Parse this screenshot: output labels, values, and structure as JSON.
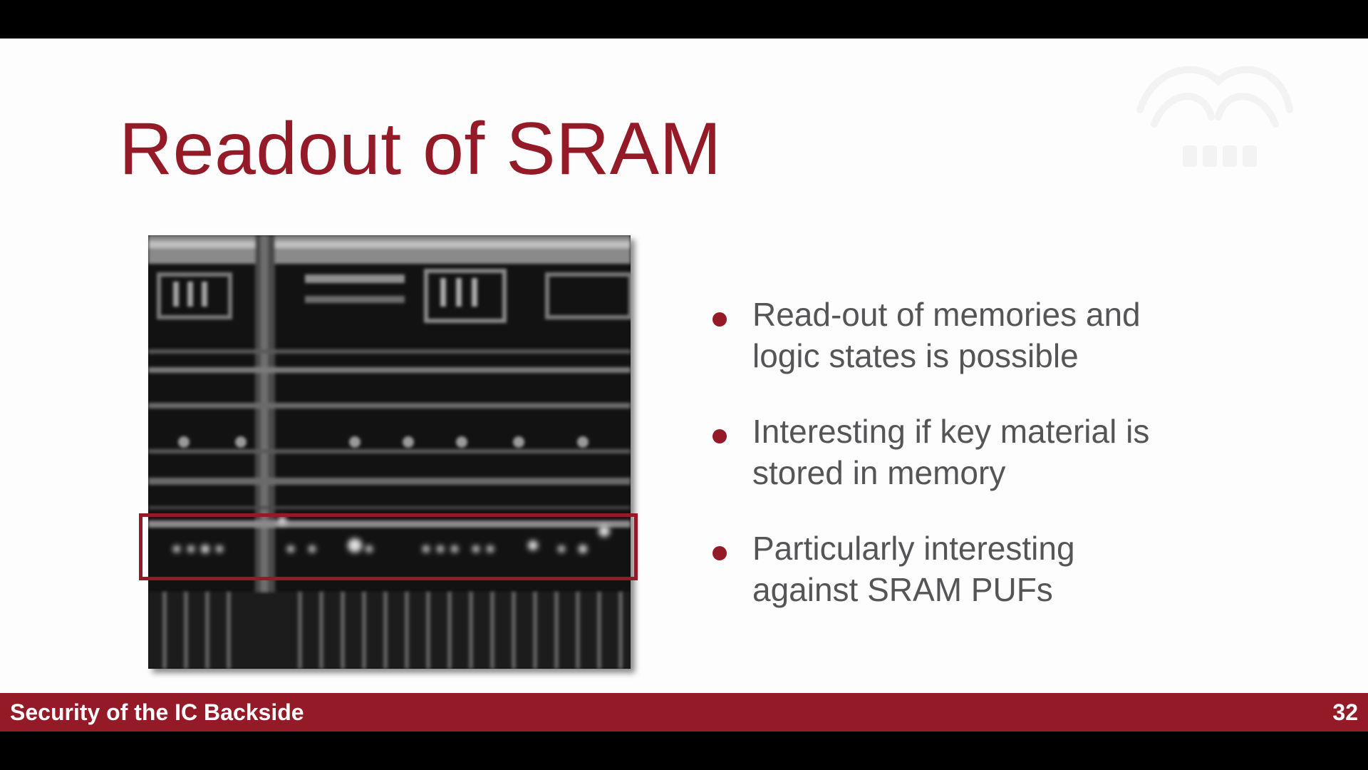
{
  "slide": {
    "title": "Readout of SRAM",
    "bullets": [
      {
        "line1": "Read-out of memories and",
        "line2": "logic states is possible"
      },
      {
        "line1": "Interesting if key material is",
        "line2": "stored in memory"
      },
      {
        "line1": "Particularly interesting",
        "line2": "against SRAM PUFs"
      }
    ]
  },
  "footer": {
    "title": "Security of the IC Backside",
    "page_number": "32"
  },
  "colors": {
    "accent": "#951a27",
    "text": "#555558",
    "background": "#fdfdfd"
  },
  "icons": {
    "bullet": "red-dot-icon",
    "logo": "university-watermark-logo"
  }
}
